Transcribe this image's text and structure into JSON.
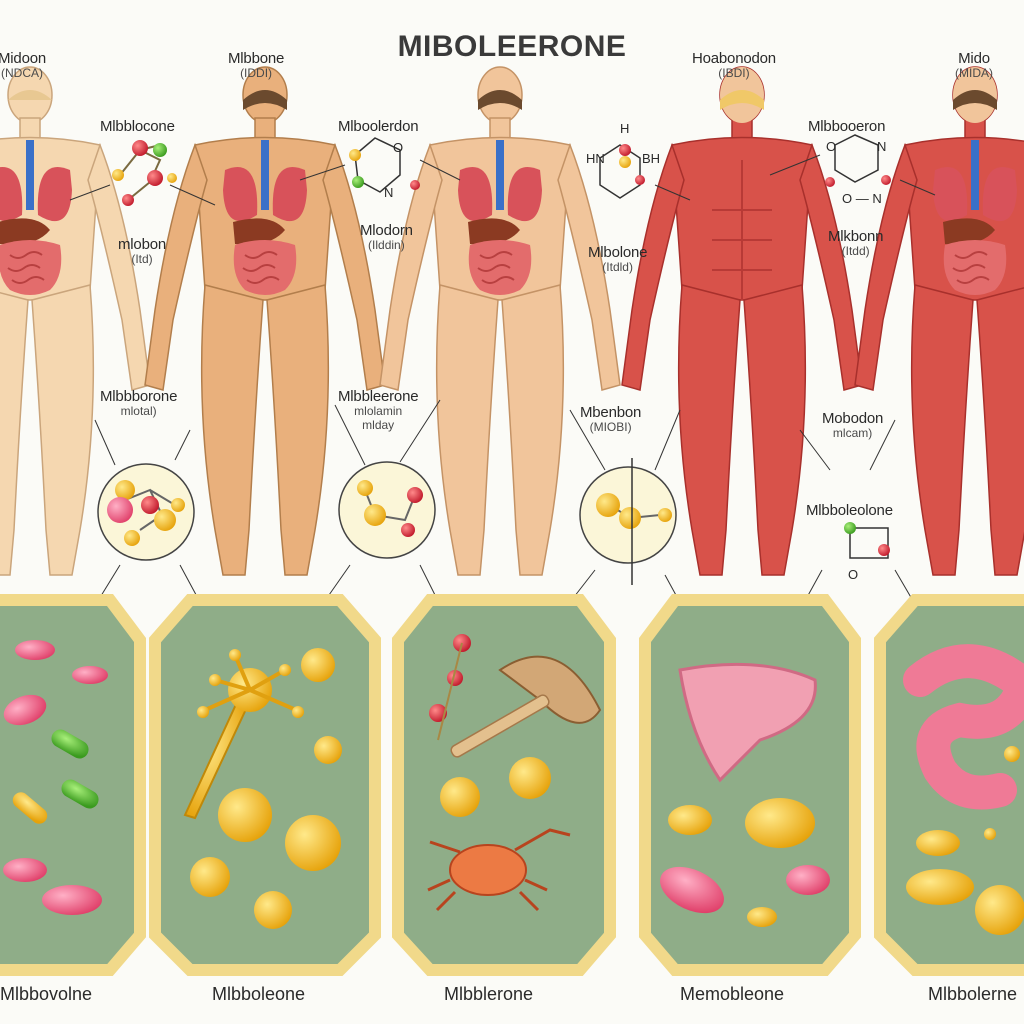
{
  "title": "MIBOLEERONE",
  "figures": [
    {
      "label": "Midoon",
      "sub": "(NDCA)"
    },
    {
      "label": "Mlbbone",
      "sub": "(IDDI)"
    },
    {
      "label": "Hoabonodon",
      "sub": "(IBDI)"
    },
    {
      "label": "Mido",
      "sub": "(MIDA)"
    }
  ],
  "molecule_labels": [
    {
      "label": "Mlbblocone"
    },
    {
      "label": "Mlboolerdon"
    },
    {
      "label": "Mlbbooeron"
    }
  ],
  "organ_labels": [
    {
      "label": "mlobon",
      "sub": "(Itd)"
    },
    {
      "label": "Mlodorn",
      "sub": "(Ilddin)"
    },
    {
      "label": "Mlbolone",
      "sub": "(Itdld)"
    },
    {
      "label": "Mlkbonn",
      "sub": "(Itdd)"
    }
  ],
  "mid_labels": [
    {
      "label": "Mlbbborone",
      "sub": "mlotal)"
    },
    {
      "label": "Mlbbleerone",
      "sub": "mlolamin",
      "sub2": "mlday"
    },
    {
      "label": "Mbenbon",
      "sub": "(MIOBI)"
    },
    {
      "label": "Mobodon",
      "sub": "mlcam)"
    },
    {
      "label": "Mlbboleolone"
    }
  ],
  "molecule_atoms": {
    "top_center": [
      "O",
      "N"
    ],
    "top_right": [
      "HN",
      "BH",
      "H"
    ],
    "top_far_right": [
      "O",
      "N",
      "O — N"
    ],
    "small_right": [
      "O"
    ]
  },
  "captions": [
    "Mlbbovolne",
    "Mlbboleone",
    "Mlbblerone",
    "Memobleone",
    "Mlbbolerne"
  ],
  "colors": {
    "panel_fill": "#8fad88",
    "panel_border": "#f1d98a",
    "skin": "#f0c79a",
    "muscle": "#d9524a",
    "organ_red": "#c9484c",
    "yellow": "#f6c21c",
    "pink": "#ef6f8f"
  }
}
